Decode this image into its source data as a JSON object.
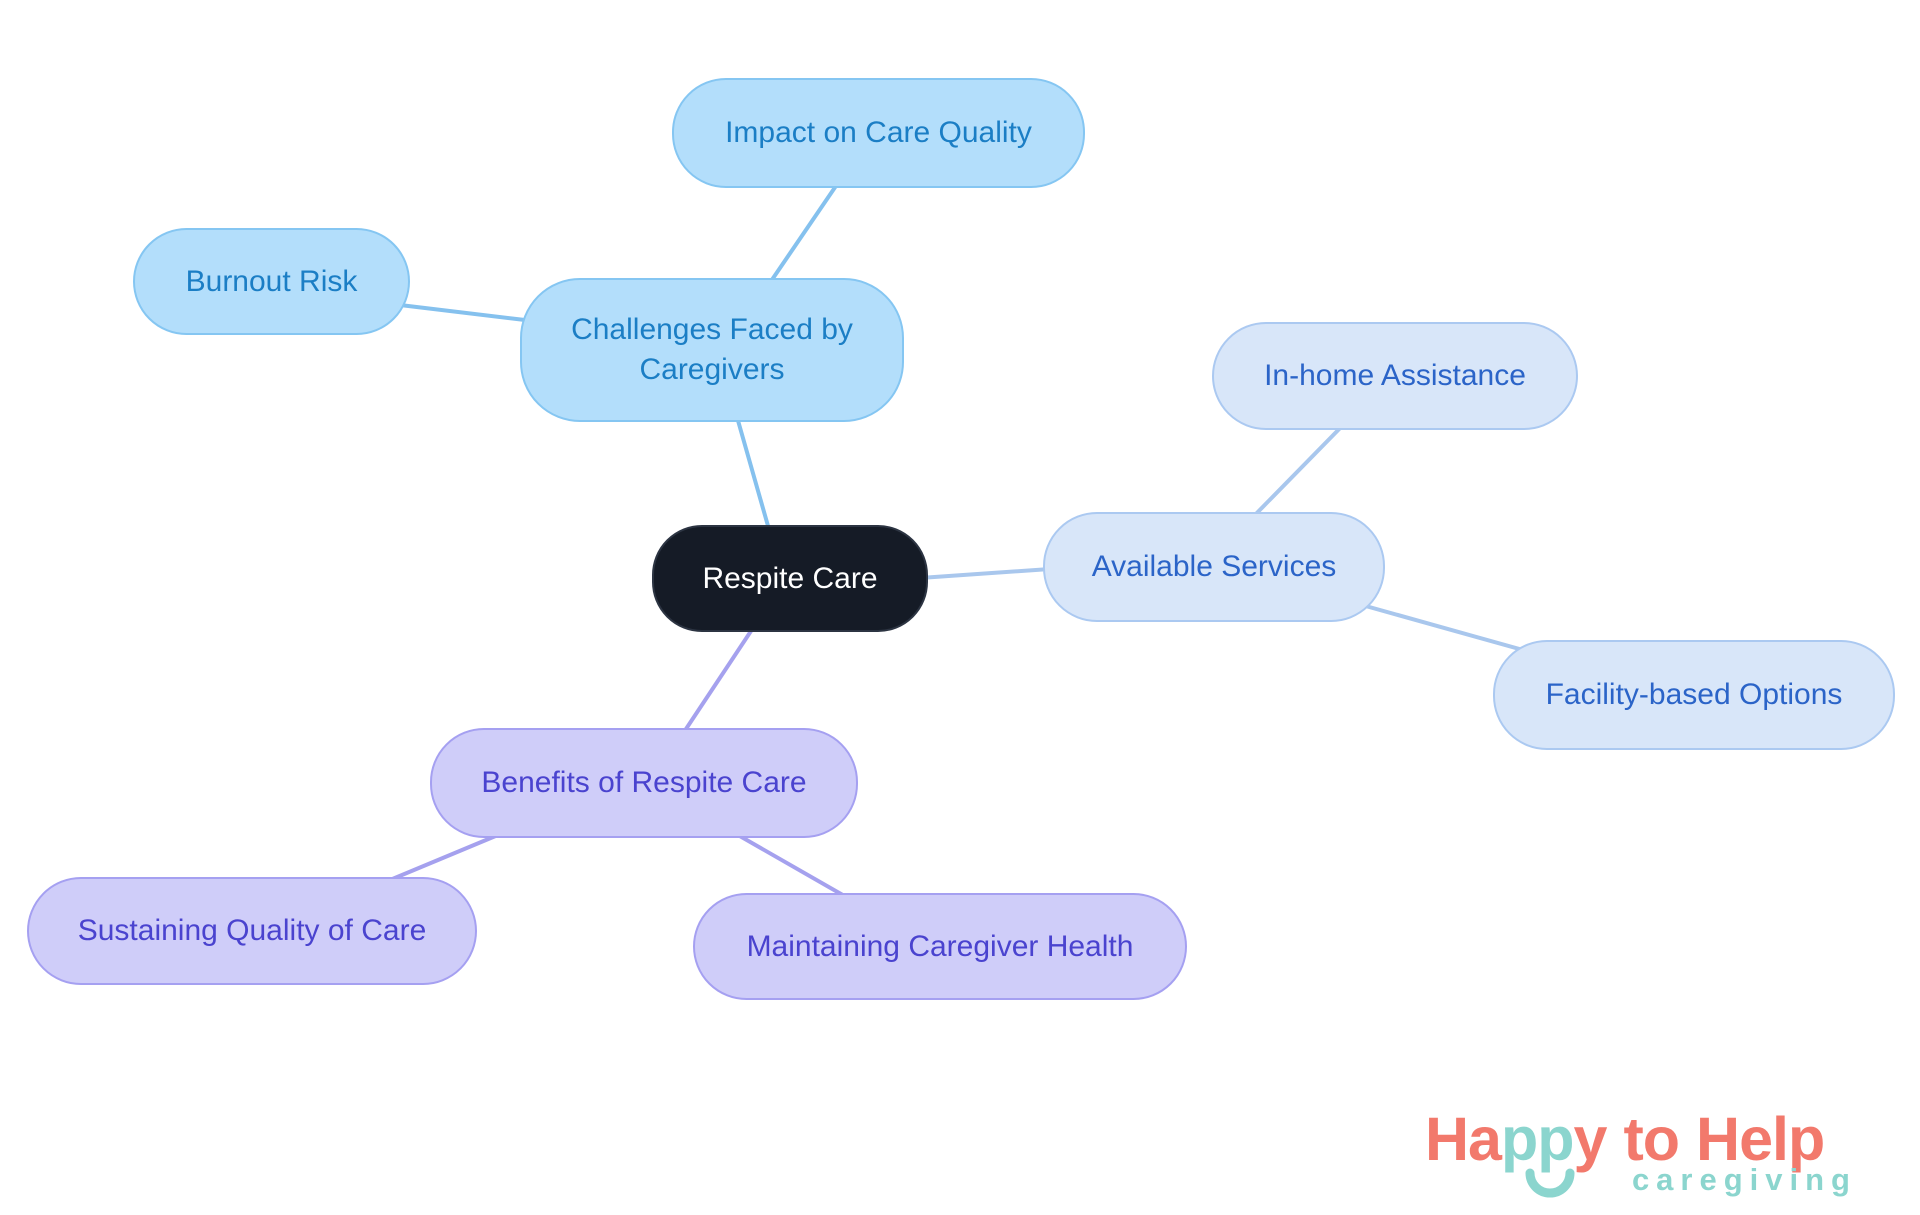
{
  "colors": {
    "bg": "#ffffff",
    "central-fill": "#151b26",
    "central-border": "#2c3442",
    "central-text": "#ffffff",
    "blue-fill": "#b3defb",
    "blue-border": "#85c6f2",
    "blue-text": "#1b7ec5",
    "blue-edge": "#85c1ee",
    "pale-fill": "#d8e6f9",
    "pale-border": "#abc9f1",
    "pale-text": "#2b64c8",
    "pale-edge": "#a9c7ed",
    "purple-fill": "#cfcdf9",
    "purple-border": "#a5a0f1",
    "purple-text": "#4a43cf",
    "purple-edge": "#a5a1ee",
    "logo-coral": "#f2796c",
    "logo-teal": "#8bd5ce"
  },
  "mindmap": {
    "central": {
      "label": "Respite Care"
    },
    "branches": [
      {
        "label": "Challenges Faced by Caregivers",
        "children": [
          {
            "label": "Burnout Risk"
          },
          {
            "label": "Impact on Care Quality"
          }
        ]
      },
      {
        "label": "Available Services",
        "children": [
          {
            "label": "In-home Assistance"
          },
          {
            "label": "Facility-based Options"
          }
        ]
      },
      {
        "label": "Benefits of Respite Care",
        "children": [
          {
            "label": "Sustaining Quality of Care"
          },
          {
            "label": "Maintaining Caregiver Health"
          }
        ]
      }
    ]
  },
  "logo": {
    "happy_ha": "Ha",
    "happy_pp": "pp",
    "happy_y": "y",
    "to": "to",
    "help": "Help",
    "subtitle": "caregiving"
  }
}
